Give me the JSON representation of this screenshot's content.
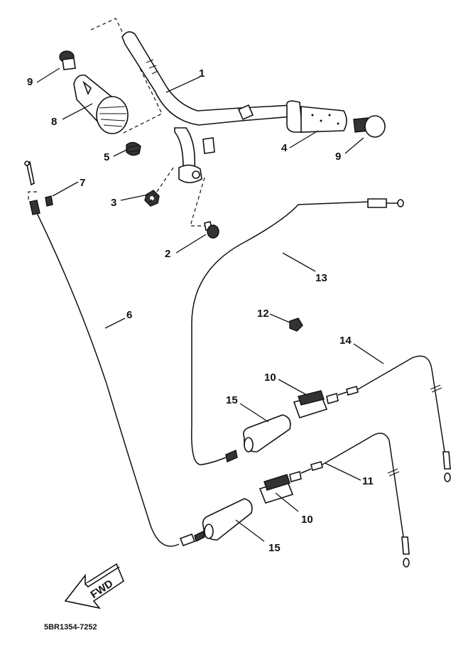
{
  "callouts": {
    "c1": "1",
    "c2": "2",
    "c3": "3",
    "c4": "4",
    "c5": "5",
    "c6": "6",
    "c7": "7",
    "c8": "8",
    "c9a": "9",
    "c9b": "9",
    "c10a": "10",
    "c10b": "10",
    "c11": "11",
    "c12": "12",
    "c13": "13",
    "c14": "14",
    "c15a": "15",
    "c15b": "15"
  },
  "fwd_label": "FWD",
  "diagram_code": "5BR1354-7252",
  "icons": {
    "fwd_arrow": "fwd-arrow-icon"
  }
}
